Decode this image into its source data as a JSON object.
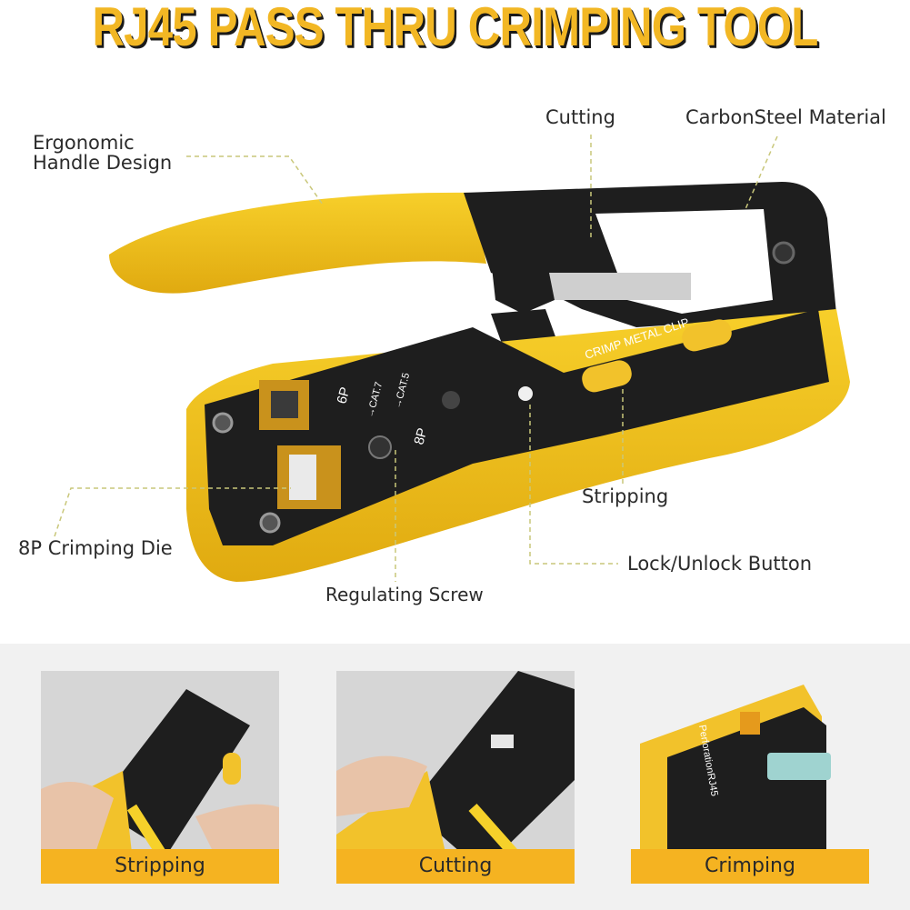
{
  "title": "RJ45 PASS THRU CRIMPING TOOL",
  "colors": {
    "accent_yellow": "#f2b724",
    "tool_black": "#1e1e1e",
    "callout_line": "#c9c77a",
    "panel_bg": "#f1f1f1"
  },
  "callouts": {
    "ergonomic_line1": "Ergonomic",
    "ergonomic_line2": "Handle Design",
    "cutting": "Cutting",
    "carbon_steel": "CarbonSteel Material",
    "crimping_die": "8P Crimping Die",
    "stripping": "Stripping",
    "lock_unlock": "Lock/Unlock Button",
    "regulating_screw": "Regulating Screw"
  },
  "tool_markings": {
    "crimp_metal_clip": "CRIMP  METAL CLIP",
    "six_p": "6P",
    "cat7": "→CAT.7",
    "cat5": "→CAT.5",
    "eight_p": "8P",
    "perforation": "PerforationRJ45"
  },
  "panels": [
    {
      "caption": "Stripping"
    },
    {
      "caption": "Cutting"
    },
    {
      "caption": "Crimping"
    }
  ]
}
